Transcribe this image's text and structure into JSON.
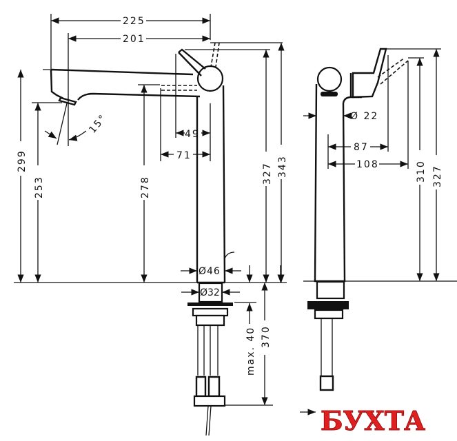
{
  "dimensions": {
    "d225": "225",
    "d201": "201",
    "angle": "15°",
    "d49": "49",
    "d71": "71",
    "d299": "299",
    "d253": "253",
    "d278": "278",
    "d327_front": "327",
    "d343": "343",
    "dia46": "Ø46",
    "dia32": "Ø32",
    "max40": "max. 40",
    "d370": "370",
    "dia22": "Ø 22",
    "d87": "87",
    "d108": "108",
    "d310": "310",
    "d327_side": "327"
  },
  "watermark": "БУХТА",
  "colors": {
    "line": "#111111",
    "watermark": "#e02020"
  }
}
